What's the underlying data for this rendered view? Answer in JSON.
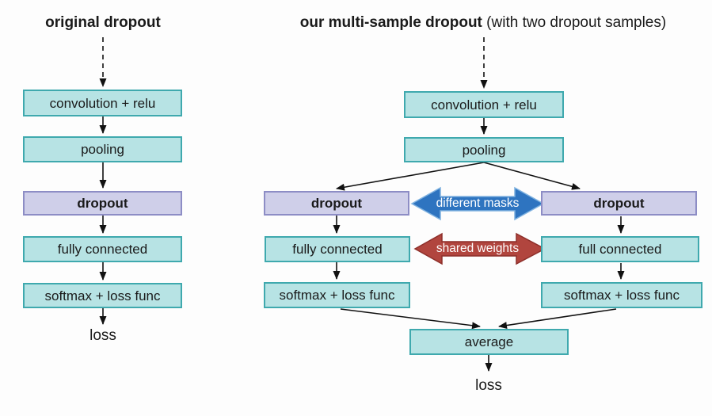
{
  "left_diagram": {
    "title": "original dropout",
    "boxes": [
      {
        "label": "convolution + relu",
        "type": "teal"
      },
      {
        "label": "pooling",
        "type": "teal"
      },
      {
        "label": "dropout",
        "type": "purple"
      },
      {
        "label": "fully connected",
        "type": "teal"
      },
      {
        "label": "softmax + loss func",
        "type": "teal"
      }
    ],
    "output_label": "loss"
  },
  "right_diagram": {
    "title_bold": "our multi-sample dropout",
    "title_note": " (with two dropout samples)",
    "shared_boxes": [
      {
        "label": "convolution + relu",
        "type": "teal"
      },
      {
        "label": "pooling",
        "type": "teal"
      }
    ],
    "branch_left": [
      {
        "label": "dropout",
        "type": "purple"
      },
      {
        "label": "fully connected",
        "type": "teal"
      },
      {
        "label": "softmax + loss func",
        "type": "teal"
      }
    ],
    "branch_right": [
      {
        "label": "dropout",
        "type": "purple"
      },
      {
        "label": "full connected",
        "type": "teal"
      },
      {
        "label": "softmax + loss func",
        "type": "teal"
      }
    ],
    "merge_label": "average",
    "output_label": "loss",
    "annotation_masks": "different masks",
    "annotation_weights": "shared weights"
  },
  "colors": {
    "teal_fill": "#b7e3e4",
    "teal_border": "#3fa9ae",
    "purple_fill": "#cfcfe9",
    "purple_border": "#8d8dc5",
    "blue_arrow": "#2e74c0",
    "blue_arrow_edge": "#7fb2e0",
    "red_arrow": "#b1453e",
    "red_arrow_edge": "#8d2f2a",
    "line": "#111111",
    "text": "#1a1a1a"
  }
}
